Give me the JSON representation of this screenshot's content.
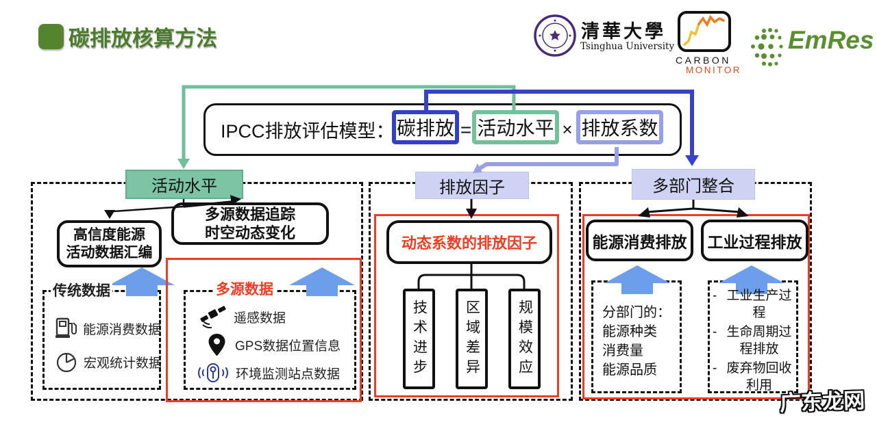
{
  "title": {
    "text": "碳排放核算方法"
  },
  "logos": {
    "tsinghua": {
      "name_cn": "清華大學",
      "name_en": "Tsinghua University"
    },
    "carbon_monitor": {
      "word1": "CARBON",
      "word2": "MONITOR"
    },
    "emres": {
      "name": "EmRes"
    }
  },
  "formula": {
    "prefix": "IPCC排放评估模型：",
    "emission": "碳排放",
    "equals": "=",
    "activity": "活动水平",
    "times": "×",
    "factor": "排放系数"
  },
  "activity_section": {
    "header": "活动水平",
    "high_confidence": {
      "line1": "高信度能源",
      "line2": "活动数据汇编"
    },
    "tracking": {
      "line1": "多源数据追踪",
      "line2": "时空动态变化"
    },
    "traditional": {
      "label": "传统数据",
      "items": [
        {
          "icon": "fuel-pump-icon",
          "label": "能源消费数据"
        },
        {
          "icon": "pie-chart-icon",
          "label": "宏观统计数据"
        }
      ]
    },
    "multisource": {
      "label": "多源数据",
      "items": [
        {
          "icon": "satellite-icon",
          "label": "遥感数据"
        },
        {
          "icon": "location-pin-icon",
          "label": "GPS数据位置信息"
        },
        {
          "icon": "monitoring-station-icon",
          "label": "环境监测站点数据"
        }
      ]
    }
  },
  "factor_section": {
    "header": "排放因子",
    "dynamic_box": "动态系数的排放因子",
    "factors": [
      "技术进步",
      "区域差异",
      "规模效应"
    ]
  },
  "integration_section": {
    "header": "多部门整合",
    "energy_box": "能源消费排放",
    "industry_box": "工业过程排放",
    "energy_details": {
      "line1": "分部门的：",
      "line2": "能源种类",
      "line3": "消费量",
      "line4": "能源品质"
    },
    "industry_details": {
      "bullet": "-",
      "items": [
        "工业生产过程",
        "生命周期过程排放",
        "废弃物回收利用"
      ]
    }
  },
  "watermark": "广东龙网",
  "colors": {
    "title_green": "#4b7b2c",
    "header_green": "#7cc4a3",
    "header_purple": "#ced2f3",
    "line_green": "#6fbf9f",
    "line_blue": "#3642c8",
    "line_purple": "#98a0e9",
    "red": "#f23c22",
    "arrow_blue": "#6d9eeb",
    "emres_green": "#5a8f2f",
    "monitor_orange": "#ef7a1c"
  }
}
